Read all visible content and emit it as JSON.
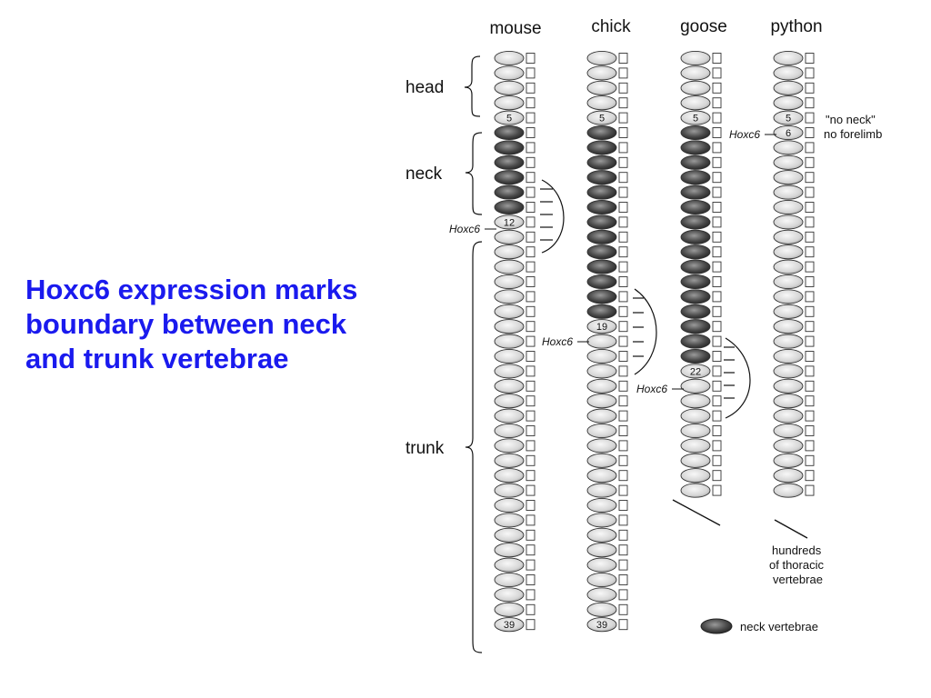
{
  "slide": {
    "title": "Hoxc6 expression marks\nboundary between neck\nand trunk vertebrae"
  },
  "figure": {
    "species": [
      {
        "name": "mouse",
        "vertebrae_shown": 39,
        "neck_start": 5,
        "neck_count": 7,
        "hoxc6_at": 12,
        "visible_numbers": [
          "5",
          "12",
          "39"
        ]
      },
      {
        "name": "chick",
        "vertebrae_shown": 39,
        "neck_start": 5,
        "neck_count": 14,
        "hoxc6_at": 19,
        "visible_numbers": [
          "5",
          "19",
          "39"
        ]
      },
      {
        "name": "goose",
        "vertebrae_shown": 30,
        "neck_start": 5,
        "neck_count": 17,
        "hoxc6_at": 22,
        "visible_numbers": [
          "5",
          "22"
        ]
      },
      {
        "name": "python",
        "vertebrae_shown": 30,
        "neck_start": 5,
        "neck_count": 0,
        "hoxc6_at": 6,
        "visible_numbers": [
          "5",
          "6"
        ]
      }
    ],
    "region_labels": {
      "head": "head",
      "neck": "neck",
      "trunk": "trunk"
    },
    "gene_label": "Hoxc6",
    "python_note_1": "\"no neck\"",
    "python_note_2": "no forelimb",
    "python_tail_note": [
      "hundreds",
      "of thoracic",
      "vertebrae"
    ],
    "legend_label": "neck vertebrae",
    "colors": {
      "title": "#1a1aee",
      "neck_vertebra": "#555555",
      "vertebra": "#e2e2e2"
    }
  }
}
